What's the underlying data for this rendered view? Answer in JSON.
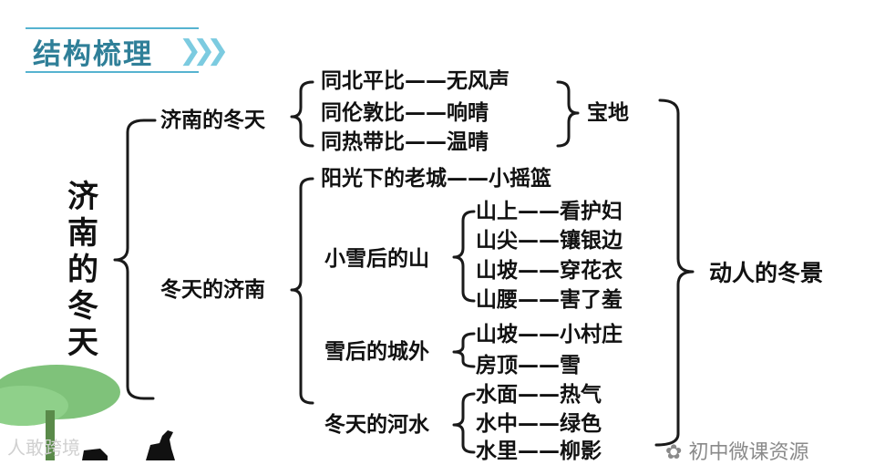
{
  "heading": "结构梳理",
  "root": [
    "济",
    "南",
    "的",
    "冬",
    "天"
  ],
  "branch1": {
    "label": "济南的冬天",
    "items": [
      {
        "left": "同北平比",
        "right": "无风声"
      },
      {
        "left": "同伦敦比",
        "right": "响晴"
      },
      {
        "left": "同热带比",
        "right": "温晴"
      }
    ],
    "summary": "宝地"
  },
  "branch2": {
    "label": "冬天的济南",
    "sun": {
      "left": "阳光下的老城",
      "right": "小摇篮"
    },
    "mountain": {
      "label": "小雪后的山",
      "items": [
        {
          "left": "山上",
          "right": "看护妇"
        },
        {
          "left": "山尖",
          "right": "镶银边"
        },
        {
          "left": "山坡",
          "right": "穿花衣"
        },
        {
          "left": "山腰",
          "right": "害了羞"
        }
      ]
    },
    "outside": {
      "label": "雪后的城外",
      "items": [
        {
          "left": "山坡",
          "right": "小村庄"
        },
        {
          "left": "房顶",
          "right": "雪"
        }
      ]
    },
    "river": {
      "label": "冬天的河水",
      "items": [
        {
          "left": "水面",
          "right": "热气"
        },
        {
          "left": "水中",
          "right": "绿色"
        },
        {
          "left": "水里",
          "right": "柳影"
        }
      ]
    }
  },
  "conclusion": "动人的冬景",
  "watermark": "初中微课资源",
  "watermark_left": "人敢跨境"
}
